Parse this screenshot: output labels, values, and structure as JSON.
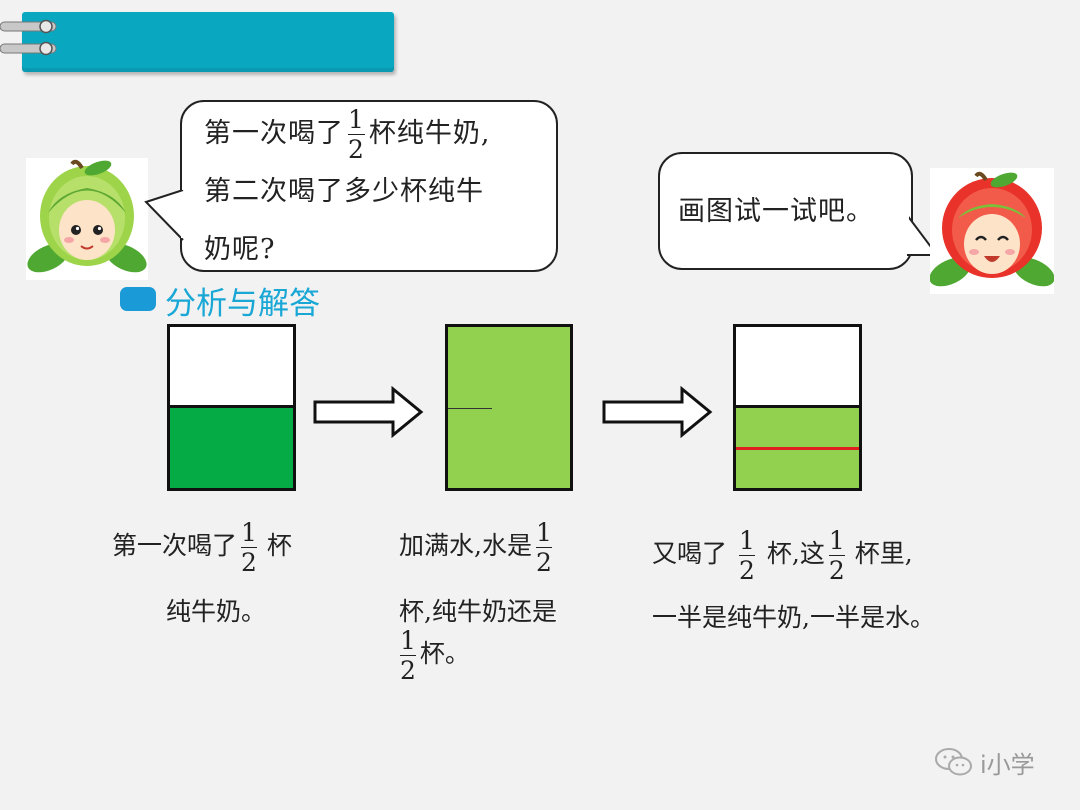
{
  "header": {
    "title": ""
  },
  "speech_left": {
    "line1_before": "第一次喝了",
    "line1_frac_num": "1",
    "line1_frac_den": "2",
    "line1_after": "杯纯牛奶,",
    "line2": "第二次喝了多少杯纯牛",
    "line3": "奶呢?"
  },
  "speech_right": {
    "text": "画图试一试吧。"
  },
  "section": {
    "title": "分析与解答"
  },
  "steps": [
    {
      "line1_before": "第一次喝了",
      "frac_num": "1",
      "frac_den": "2",
      "line1_after": "杯",
      "line2": "纯牛奶。",
      "fill_fraction": 0.5,
      "fill_color": "#05ab45"
    },
    {
      "line1_before": "加满水,水是",
      "frac_num": "1",
      "frac_den": "2",
      "line2": "杯,纯牛奶还是",
      "line3_frac_num": "1",
      "line3_frac_den": "2",
      "line3_after": "杯。",
      "fill_fraction": 1.0,
      "fill_color": "#92d050"
    },
    {
      "line1_before": "又喝了",
      "frac_num": "1",
      "frac_den": "2",
      "line1_mid": "杯,这",
      "frac2_num": "1",
      "frac2_den": "2",
      "line1_after": "杯里,",
      "line2": "一半是纯牛奶,一半是水。",
      "fill_fraction": 0.5,
      "fill_color": "#92d050",
      "divider_color": "#e02020"
    }
  ],
  "watermark": {
    "text": "i小学"
  },
  "colors": {
    "header": "#0aa8c0",
    "section_title": "#19a7d6",
    "milk": "#05ab45",
    "mixed": "#92d050"
  }
}
